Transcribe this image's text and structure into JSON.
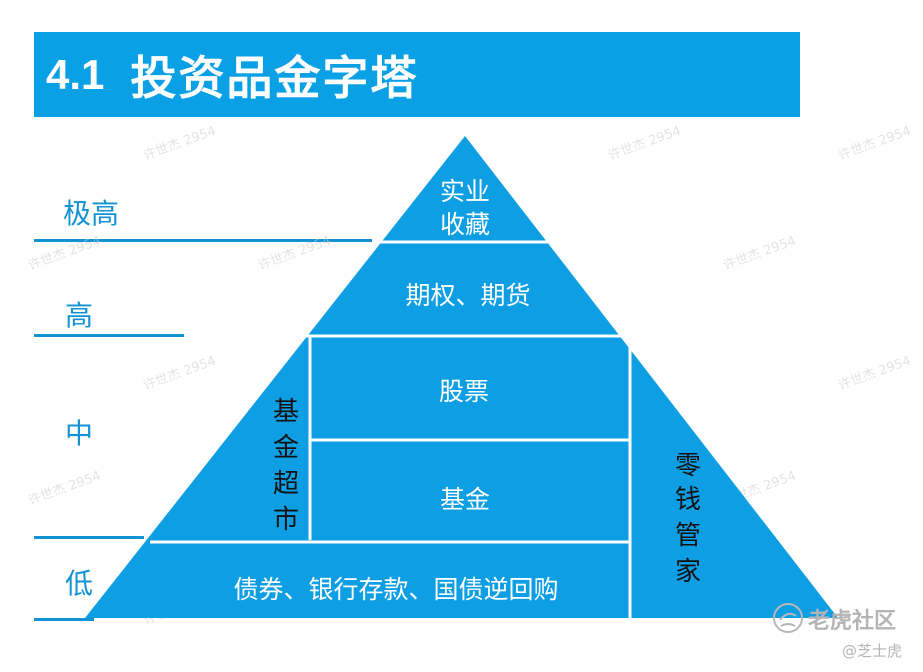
{
  "title": {
    "number": "4.1",
    "text": "投资品金字塔"
  },
  "levels": [
    "极高",
    "高",
    "中",
    "低"
  ],
  "pyramid": {
    "tier_collectibles": [
      "实业",
      "收藏"
    ],
    "tier_options_futures": "期权、期货",
    "tier_stocks": "股票",
    "tier_funds": "基金",
    "tier_low": "债券、银行存款、国债逆回购",
    "fund_supermarket": [
      "基",
      "金",
      "超",
      "市"
    ],
    "pocket_money": [
      "零",
      "钱",
      "管",
      "家"
    ]
  },
  "watermark": {
    "text": "许世杰 2954"
  },
  "branding": {
    "logo_text": "老虎社区",
    "handle": "@芝士虎"
  },
  "colors": {
    "accent": "#0aa0e6",
    "fill": "#0d9ee3",
    "label": "#1392d4"
  }
}
